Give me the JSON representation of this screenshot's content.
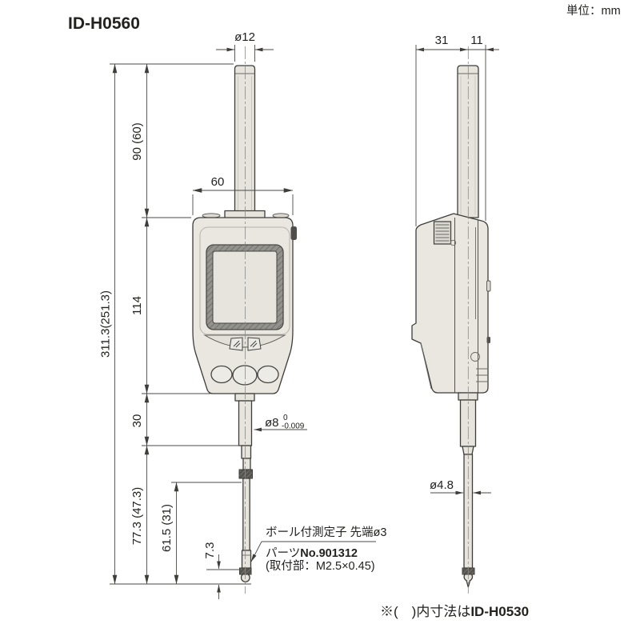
{
  "header": {
    "title": "ID-H0560",
    "unit_note": "単位：mm"
  },
  "front_view": {
    "dims": {
      "spindle_dia_top": "ø12",
      "body_width": "60",
      "upper_spindle_length": "90 (60)",
      "overall_length": "311.3(251.3)",
      "body_height": "114",
      "lower_stem_length": "30",
      "lower_spindle_length": "77.3 (47.3)",
      "rod_length": "61.5 (31)",
      "contact_point_length": "7.3",
      "stem_dia": {
        "nominal": "ø8",
        "tol_upper": "0",
        "tol_lower": "-0.009"
      }
    }
  },
  "side_view": {
    "dims": {
      "depth_back": "31",
      "depth_front": "11",
      "rod_dia": "ø4.8"
    }
  },
  "callout": {
    "line1": "ボール付測定子 先端ø3",
    "line2_normal": "パーツ",
    "line2_bold": "No.901312",
    "line3": "(取付部：M2.5×0.45)"
  },
  "footnote": {
    "normal": "※(　)内寸法は",
    "bold": "ID-H0530"
  }
}
